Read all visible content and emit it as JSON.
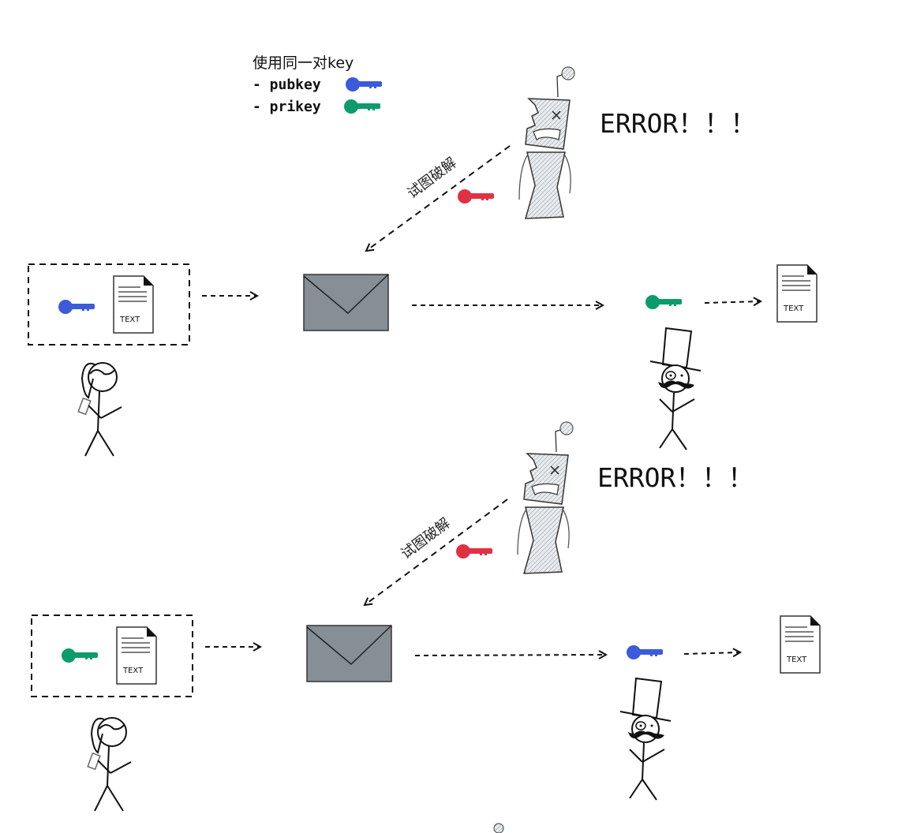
{
  "legend": {
    "title": "使用同一对key",
    "items": [
      {
        "label": "- pubkey",
        "key_color": "#3b5bdb"
      },
      {
        "label": "- prikey",
        "key_color": "#0c9c6b"
      }
    ]
  },
  "colors": {
    "pubkey": "#3b5bdb",
    "prikey": "#0c9c6b",
    "attacker_key": "#e03143",
    "envelope": "#868e96",
    "robot_fill": "#ced4da"
  },
  "scenarios": [
    {
      "name": "encrypt-with-pubkey",
      "sender_key": "pubkey",
      "receiver_key": "prikey",
      "document_label": "TEXT",
      "attack_label": "试图破解",
      "error_label": "ERROR！！！"
    },
    {
      "name": "encrypt-with-prikey",
      "sender_key": "prikey",
      "receiver_key": "pubkey",
      "document_label": "TEXT",
      "attack_label": "试图破解",
      "error_label": "ERROR！！！"
    }
  ]
}
